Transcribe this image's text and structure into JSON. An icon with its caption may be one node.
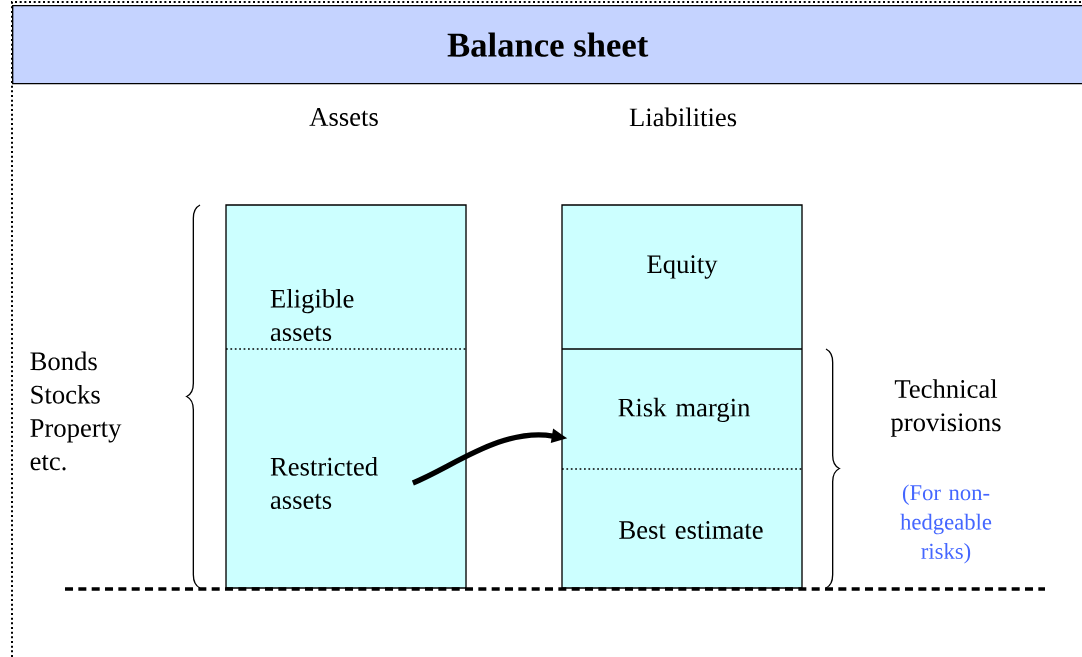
{
  "diagram": {
    "title": "Balance sheet",
    "nodes": [
      {
        "text": [
          "Eligible assets"
        ]
      },
      {
        "text": [
          "Restricted assets"
        ]
      },
      {
        "text": [
          "Equity"
        ]
      },
      {
        "text": [
          "Risk margin"
        ]
      },
      {
        "text": [
          "Best estimate"
        ]
      }
    ],
    "edges": [
      {
        "from": 1,
        "to": 3,
        "arrow": "to"
      }
    ],
    "labels": [
      "Assets",
      "Liabilities",
      "Bonds Stocks Property etc.",
      "Technical provisions",
      "(For non-hedgeable risks)"
    ]
  }
}
